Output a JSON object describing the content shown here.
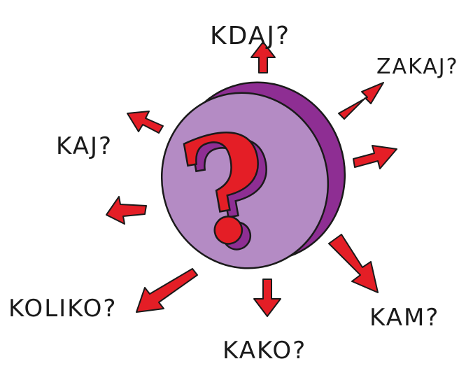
{
  "labels": {
    "kdaj": "KDAJ?",
    "zakaj": "ZAKAJ?",
    "kaj": "KAJ?",
    "koliko": "KOLIKO?",
    "kako": "KAKO?",
    "kam": "KAM?"
  },
  "center_symbol": "?",
  "colors": {
    "circle_face": "#B48BC4",
    "circle_rim": "#8E2E93",
    "question_mark": "#E41E26",
    "question_shadow": "#8E2E93",
    "arrows": "#E41E26",
    "outline": "#1a1a1a",
    "text": "#1a1a1a"
  }
}
